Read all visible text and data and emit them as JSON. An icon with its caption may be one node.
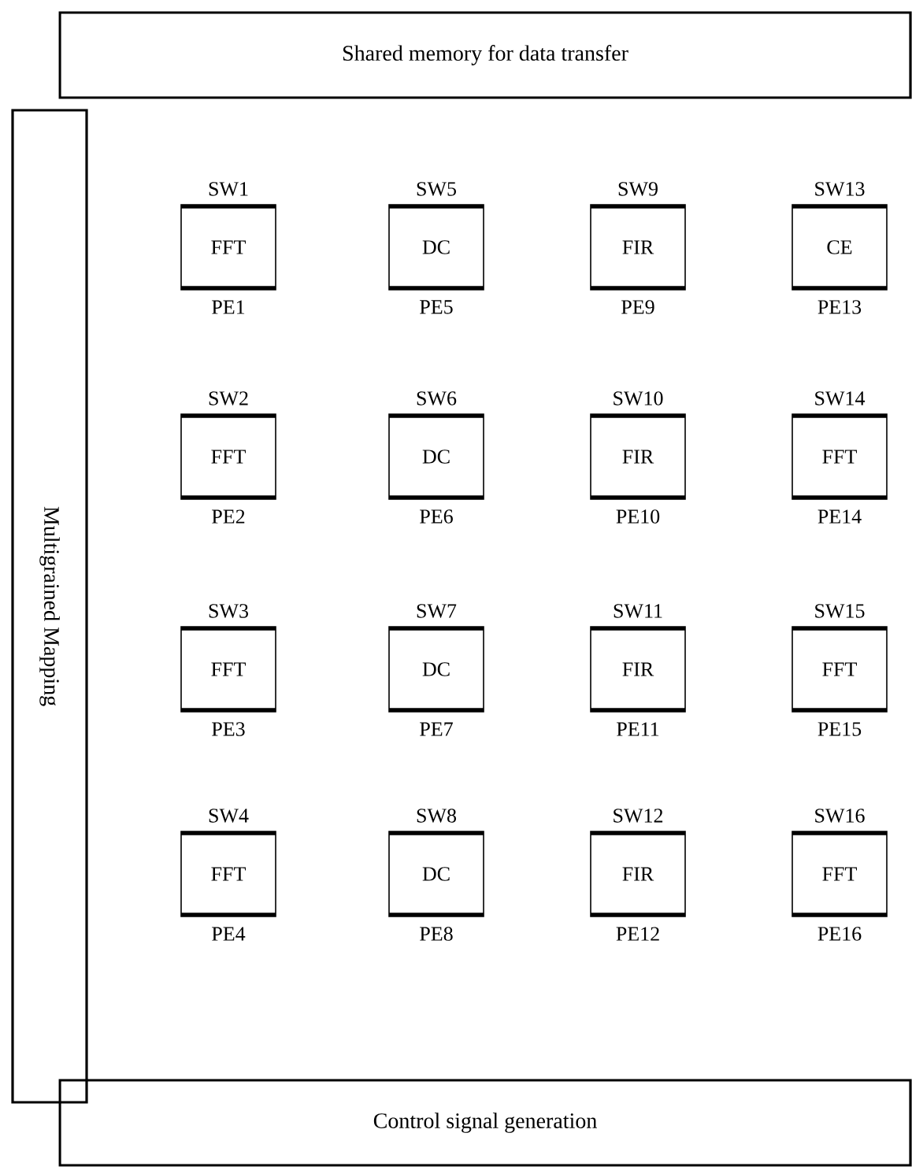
{
  "diagram": {
    "nodes": [
      {
        "text": [
          "Shared memory for data transfer"
        ]
      },
      {
        "text": [
          "Multigrained  Mapping"
        ]
      },
      {
        "text": [
          "FFT"
        ],
        "beside": [
          "SW1",
          "PE1"
        ]
      },
      {
        "text": [
          "FFT"
        ],
        "beside": [
          "SW2",
          "PE2"
        ]
      },
      {
        "text": [
          "FFT"
        ],
        "beside": [
          "SW3",
          "PE3"
        ]
      },
      {
        "text": [
          "FFT"
        ],
        "beside": [
          "SW4",
          "PE4"
        ]
      },
      {
        "text": [
          "DC"
        ],
        "beside": [
          "SW5",
          "PE5"
        ]
      },
      {
        "text": [
          "DC"
        ],
        "beside": [
          "SW6",
          "PE6"
        ]
      },
      {
        "text": [
          "DC"
        ],
        "beside": [
          "SW7",
          "PE7"
        ]
      },
      {
        "text": [
          "DC"
        ],
        "beside": [
          "SW8",
          "PE8"
        ]
      },
      {
        "text": [
          "FIR"
        ],
        "beside": [
          "SW9",
          "PE9"
        ]
      },
      {
        "text": [
          "FIR"
        ],
        "beside": [
          "SW10",
          "PE10"
        ]
      },
      {
        "text": [
          "FIR"
        ],
        "beside": [
          "SW11",
          "PE11"
        ]
      },
      {
        "text": [
          "FIR"
        ],
        "beside": [
          "SW12",
          "PE12"
        ]
      },
      {
        "text": [
          "CE"
        ],
        "beside": [
          "SW13",
          "PE13"
        ]
      },
      {
        "text": [
          "FFT"
        ],
        "beside": [
          "SW14",
          "PE14"
        ]
      },
      {
        "text": [
          "FFT"
        ],
        "beside": [
          "SW15",
          "PE15"
        ]
      },
      {
        "text": [
          "FFT"
        ],
        "beside": [
          "SW16",
          "PE16"
        ]
      },
      {
        "text": [
          "Control signal generation"
        ]
      }
    ]
  }
}
